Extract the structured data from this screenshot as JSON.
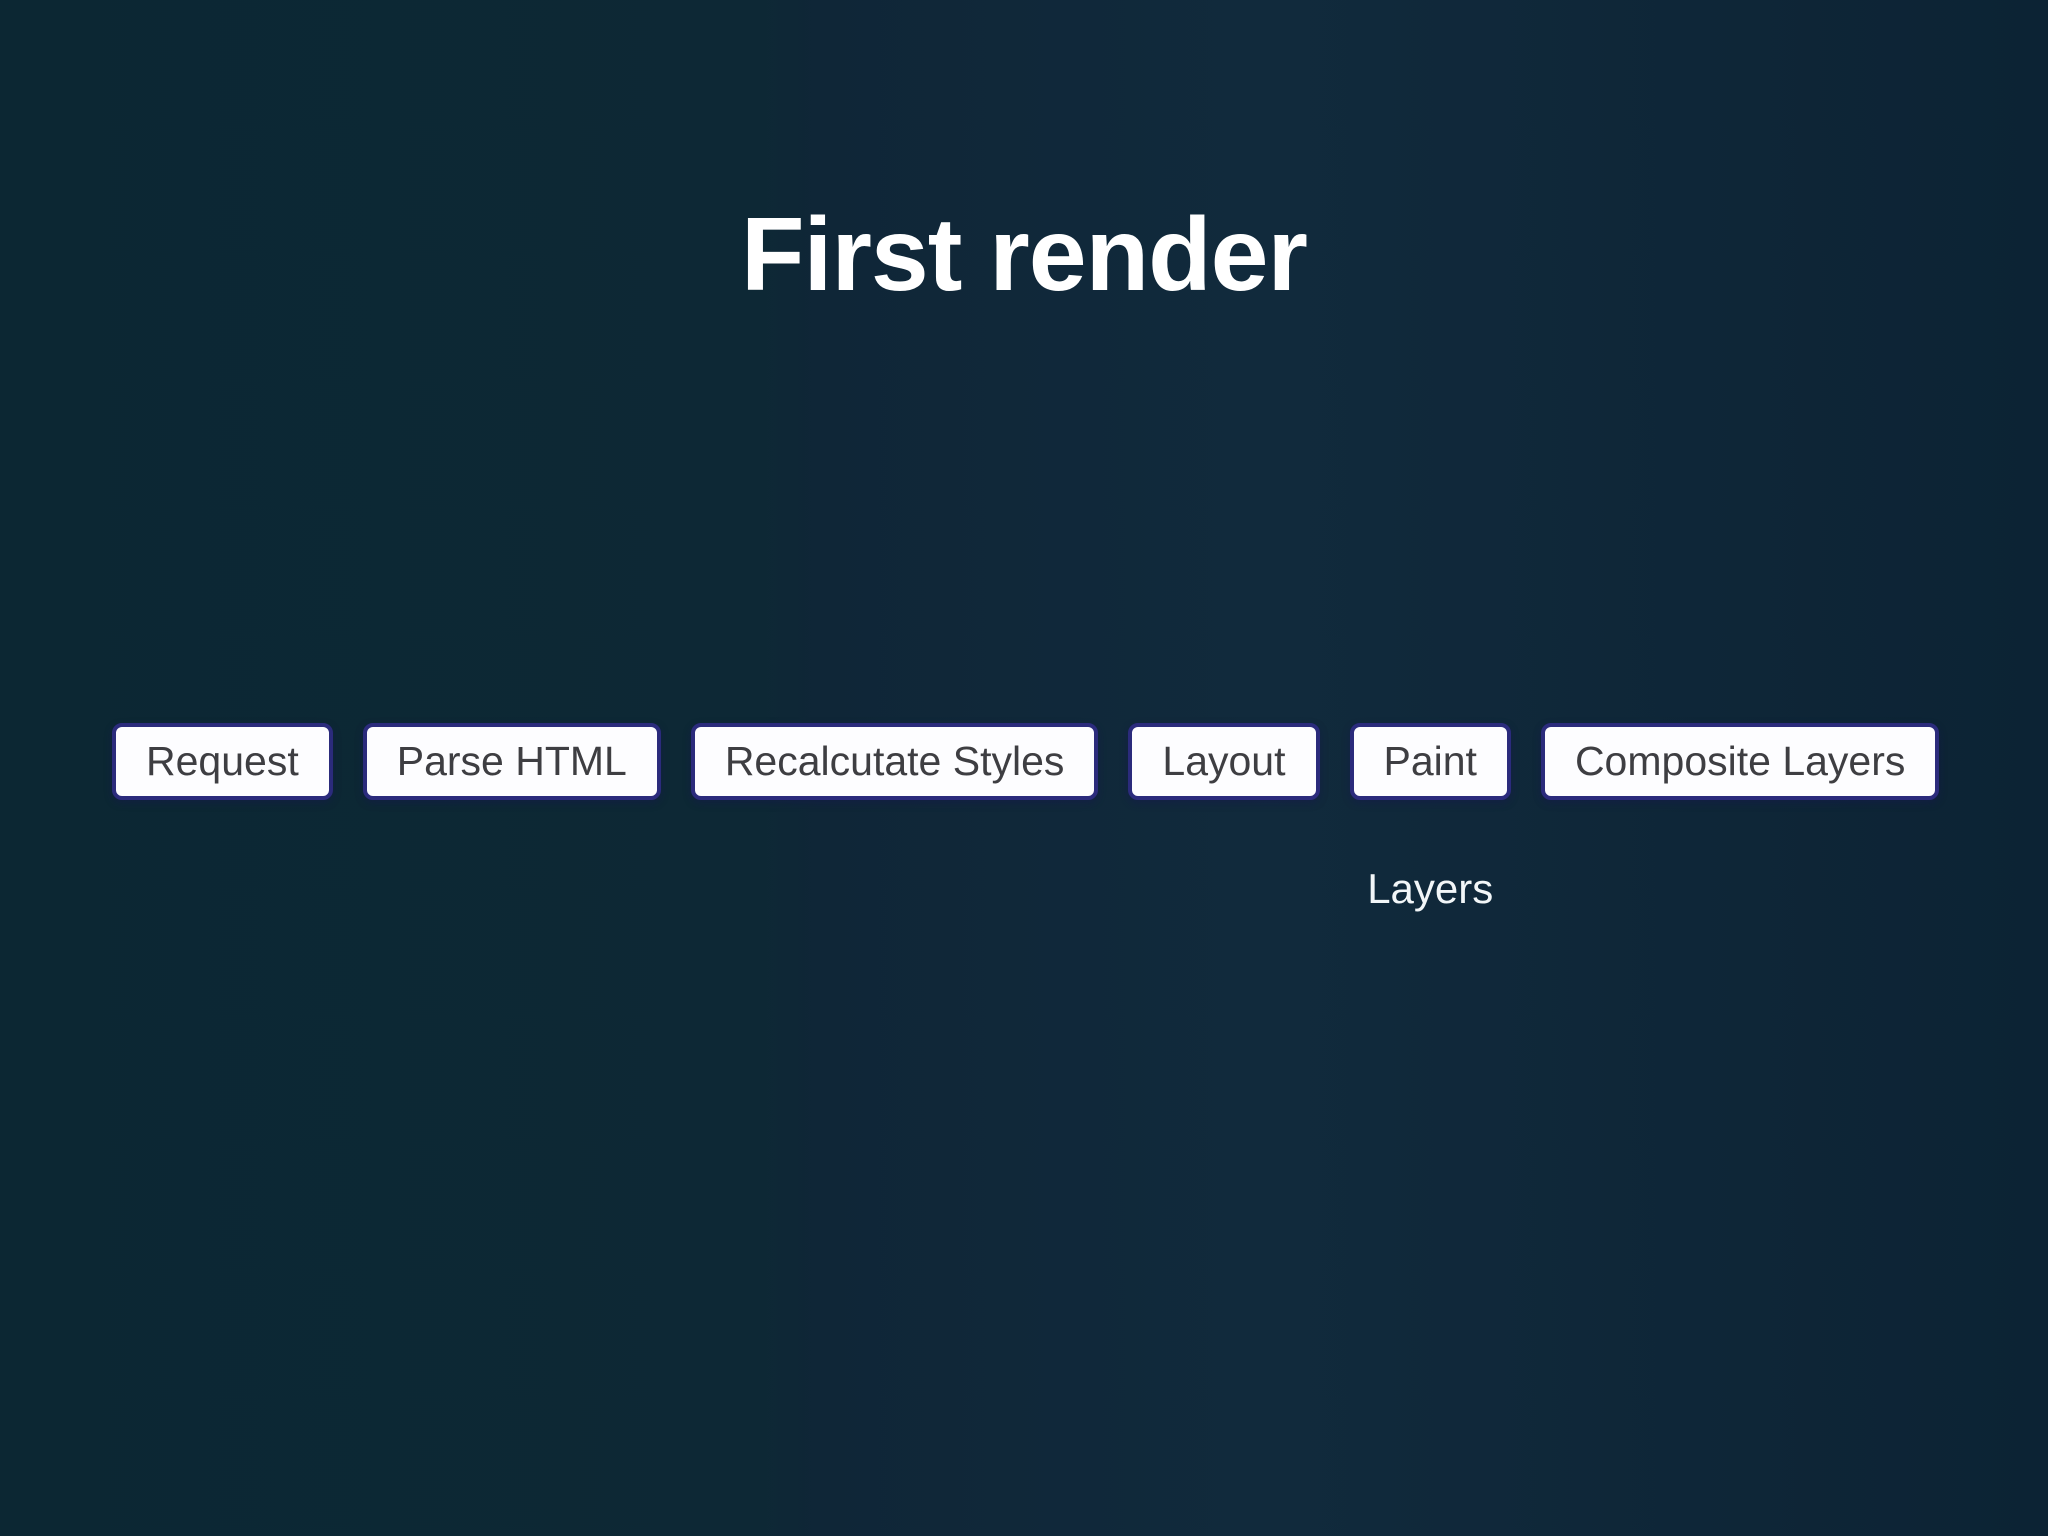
{
  "slide": {
    "title": "First render",
    "pipeline": {
      "steps": [
        {
          "label": "Request"
        },
        {
          "label": "Parse HTML"
        },
        {
          "label": "Recalcutate Styles"
        },
        {
          "label": "Layout"
        },
        {
          "label": "Paint"
        },
        {
          "label": "Composite Layers"
        }
      ],
      "annotation": {
        "label": "Layers",
        "below_step_index": 4
      }
    },
    "colors": {
      "background_left": "#0c2733",
      "background_right": "#0e2536",
      "title_text": "#ffffff",
      "step_background": "#fdfdff",
      "step_border": "#2b2b7c",
      "step_text": "#3e3e42",
      "annotation_text": "#f2f6f8"
    }
  }
}
